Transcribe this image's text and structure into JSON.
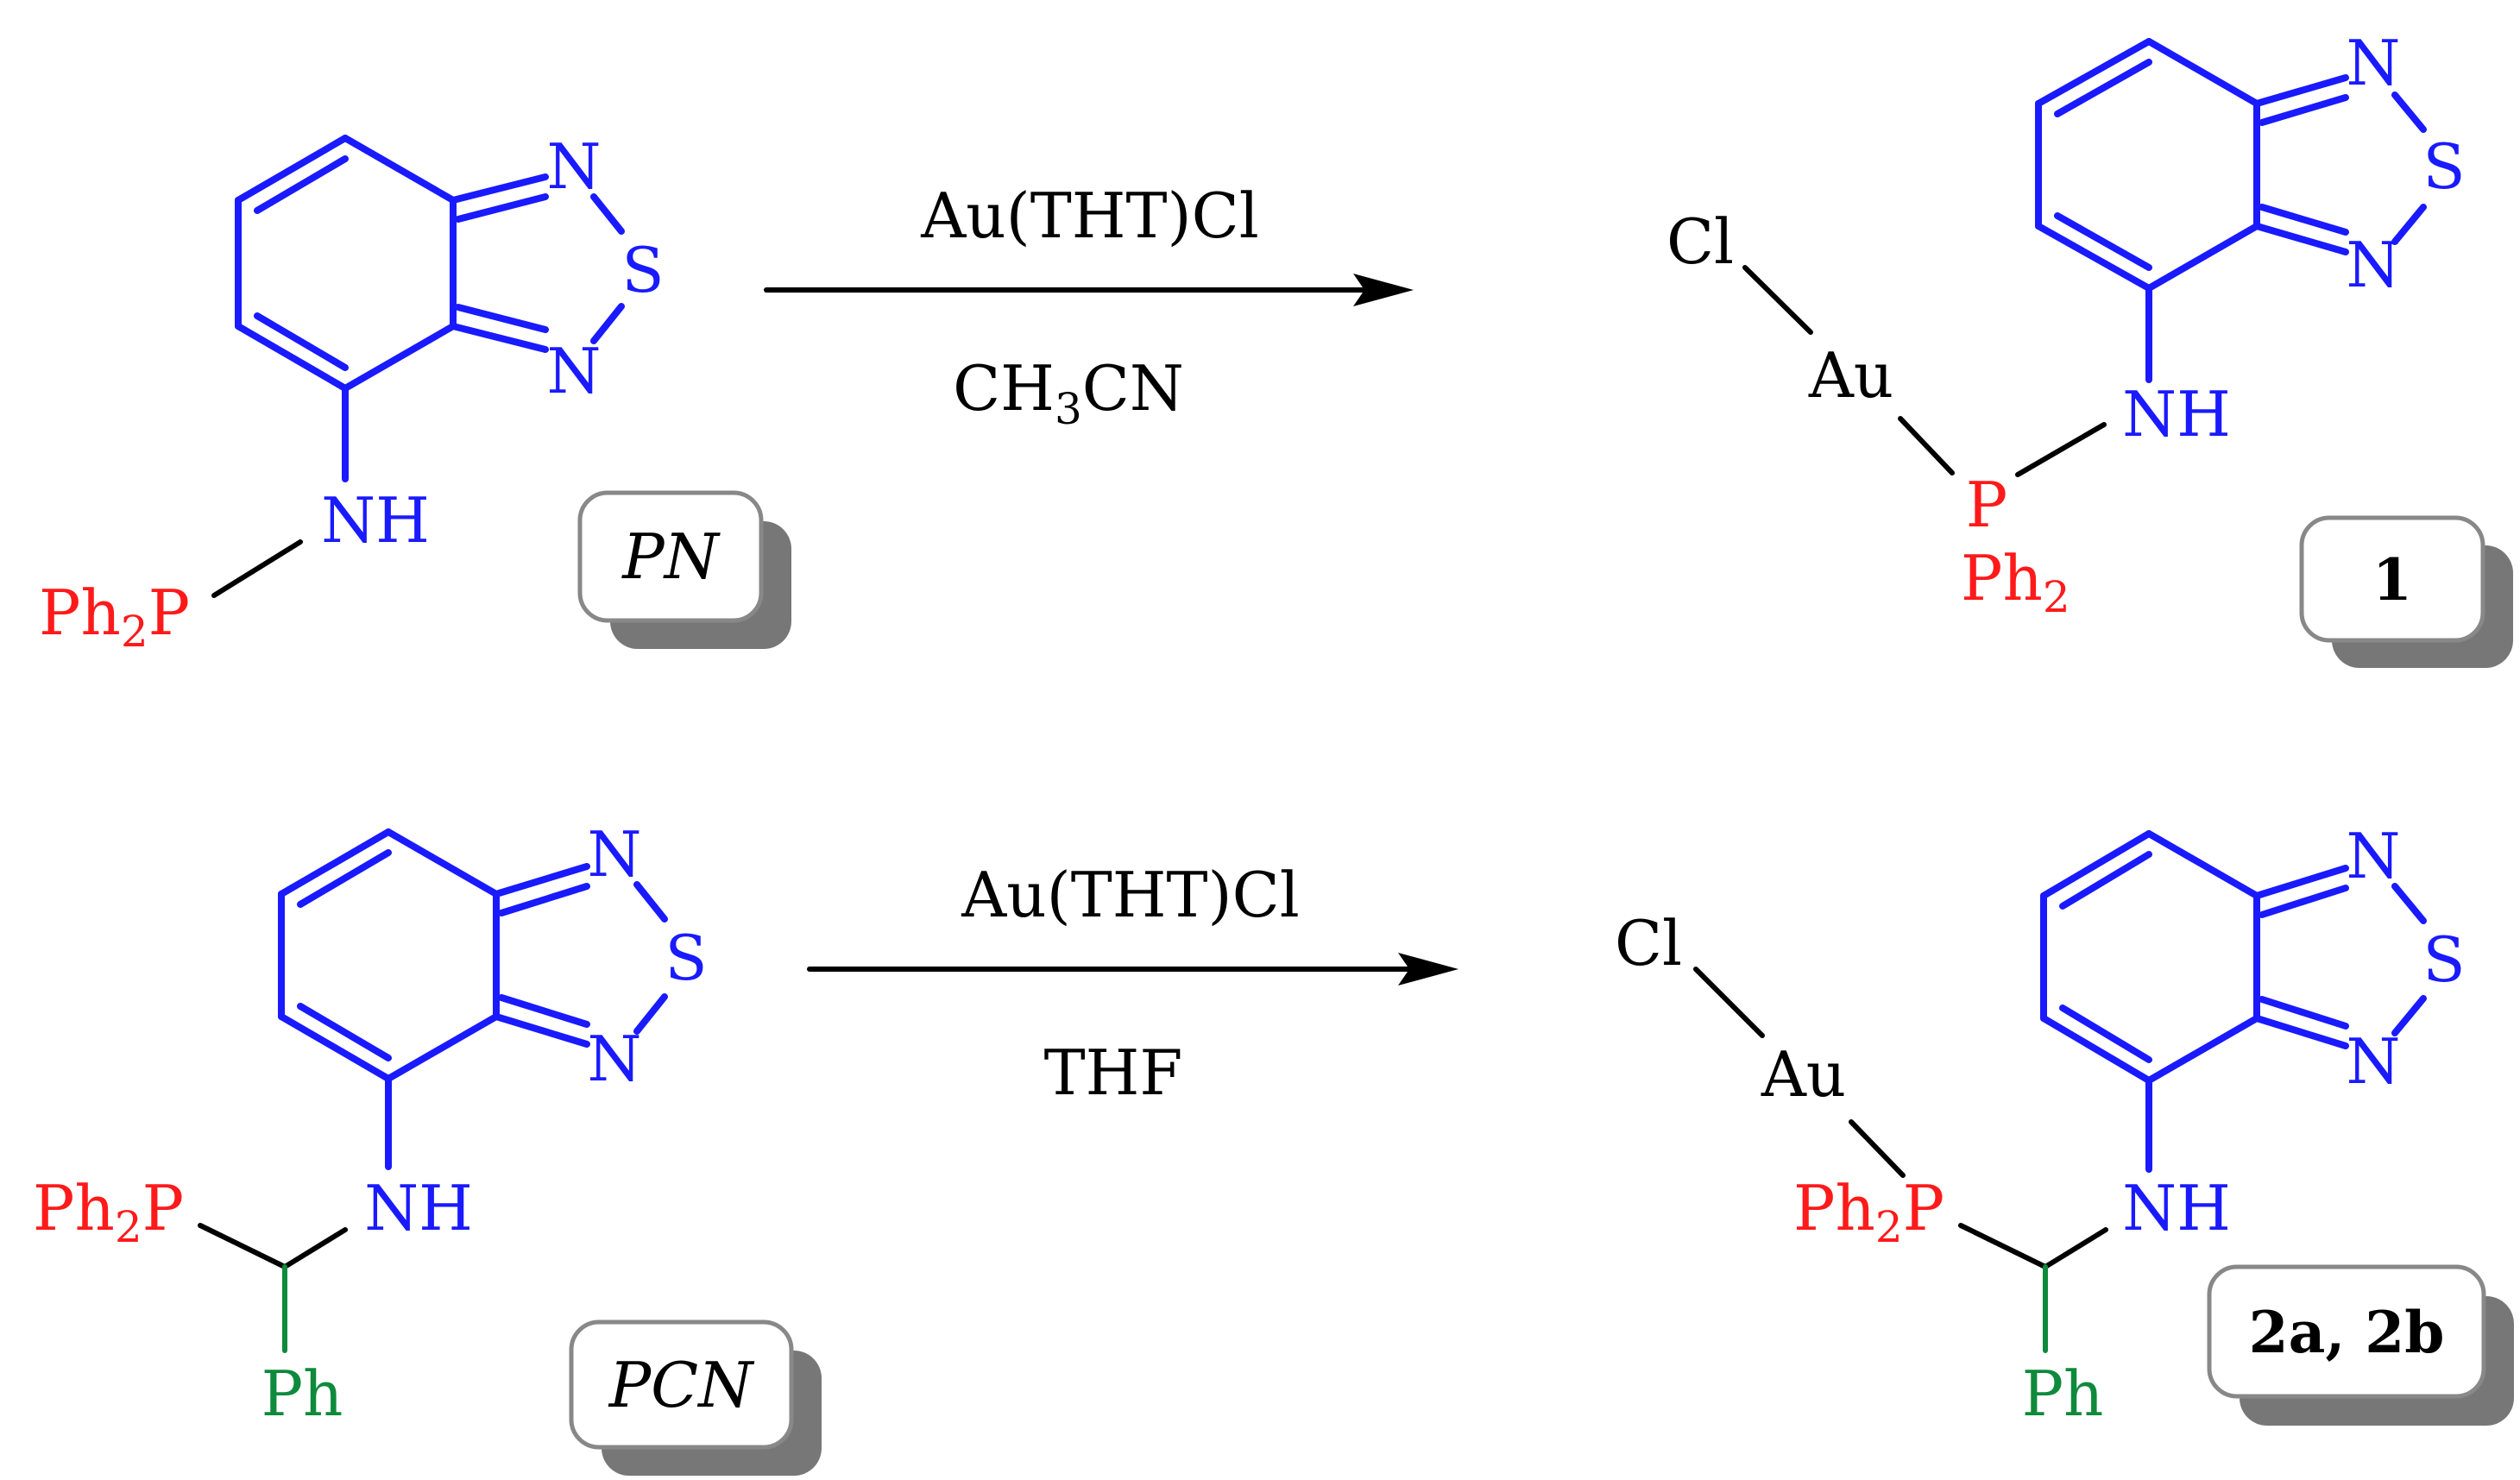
{
  "reaction1": {
    "reagent": "Au(THT)Cl",
    "solvent_parts": [
      "CH",
      "3",
      "CN"
    ]
  },
  "reaction2": {
    "reagent": "Au(THT)Cl",
    "solvent": "THF"
  },
  "labels": {
    "pn": "PN",
    "pcn": "PCN",
    "product1": "1",
    "product2": "2a, 2b"
  },
  "atoms": {
    "N": "N",
    "S": "S",
    "NH": "NH",
    "P": "P",
    "Ph": "Ph",
    "Ph2P_base": "Ph",
    "Ph2P_sub": "2",
    "Ph2P_tail": "P",
    "Cl": "Cl",
    "Au": "Au"
  },
  "colors": {
    "benzothiadiazole": "#1a1aff",
    "phosphorus": "#ff1a1a",
    "phenyl": "#0e8a3c",
    "metal": "#000000"
  }
}
